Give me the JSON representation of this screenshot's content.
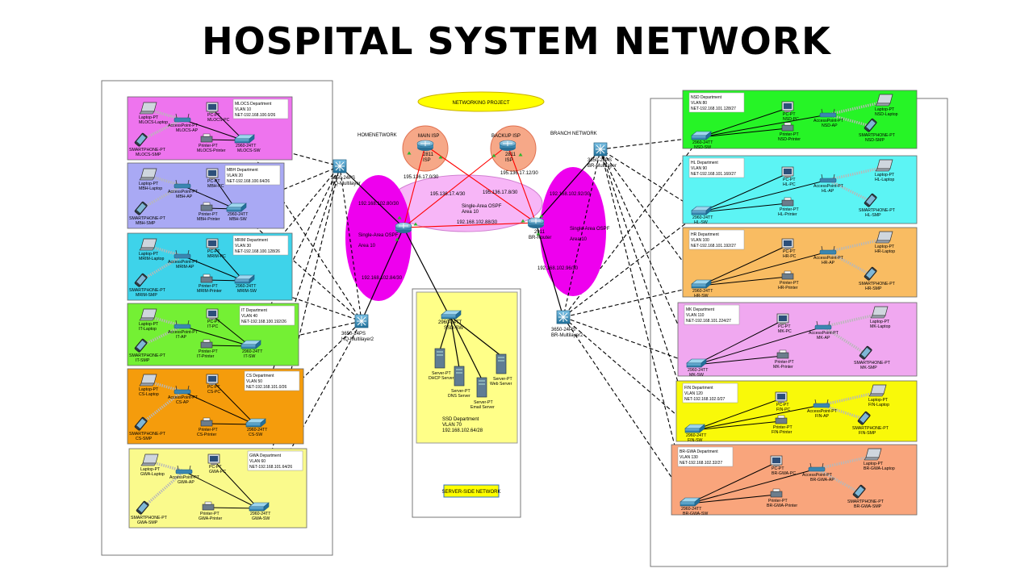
{
  "title": "HOSPITAL SYSTEM NETWORK",
  "networking_project": "NETWORKING PROJECT",
  "home_network": "HOMENETWORK",
  "branch_network": "BRANCH NETWORK",
  "server_side_network": "SERVER-SIDE NETWORK",
  "isp": {
    "main": {
      "label": "MAIN ISP",
      "device": "2811",
      "name": "ISP"
    },
    "backup": {
      "label": "BACKUP ISP",
      "device": "2811",
      "name": "ISP"
    }
  },
  "ospf": {
    "center": [
      "Single-Area OSPF",
      "Area 10"
    ],
    "left": [
      "Single-Area OSPF",
      "Area 10"
    ],
    "right": [
      "Single-Area OSPF",
      "Area 10"
    ]
  },
  "links": {
    "l1": "195.136.17.0/30",
    "l2": "195.136.17.4/30",
    "l3": "195.136.17.8/30",
    "l4": "195.136.17.12/30",
    "hq_up": "192.168.102.80/30",
    "hq_down": "192.168.102.84/30",
    "inter": "192.168.102.88/30",
    "br_up": "192.168.102.92/30",
    "br_down": "192.168.102.96/30"
  },
  "routers": {
    "hq": {
      "model": "",
      "name": ""
    },
    "br": {
      "model": "2911",
      "name": "BR-Router"
    }
  },
  "multilayer": {
    "hq1": {
      "model": "3650-24PS",
      "name": "HQ-Multilayer"
    },
    "hq2": {
      "model": "3650-24PS",
      "name": "HQ-Multilayer2"
    },
    "br1": {
      "model": "3650-24PS",
      "name": "BR-Multilayer"
    },
    "br2": {
      "model": "3650-24PS",
      "name": "BR-Multilayer2"
    }
  },
  "server": {
    "switch_model": "2960-24TT",
    "switch_name": "SSD-SW",
    "servers": [
      {
        "type": "Server-PT",
        "name": "DHCP Server"
      },
      {
        "type": "Server-PT",
        "name": "DNS Server"
      },
      {
        "type": "Server-PT",
        "name": "Email Server"
      },
      {
        "type": "Server-PT",
        "name": "Web Server"
      }
    ],
    "info": [
      "SSD Department",
      "VLAN 70",
      "192.168.102.64/28"
    ]
  },
  "left_departments": [
    {
      "color": "#ee74ee",
      "info": [
        "MLOCS Department",
        "VLAN 10",
        "NET-192.168.100.0/26"
      ],
      "switch_model": "2960-24TT",
      "switch": "MLOCS-SW",
      "pc": "MLOCS-PC",
      "ap": "MLOCS-AP",
      "printer": "MLOCS-Printer",
      "laptop": "MLOCS-Laptop",
      "phone": "MLOCS-SMP"
    },
    {
      "color": "#a9a9f4",
      "info": [
        "MBH Department",
        "VLAN 20",
        "NET-192.168.100.64/26"
      ],
      "switch_model": "2960-24TT",
      "switch": "MBH-SW",
      "pc": "MBH-PC",
      "ap": "MBH-AP",
      "printer": "MBH-Printer",
      "laptop": "MBH-Laptop",
      "phone": "MBH-SMP"
    },
    {
      "color": "#3ed3ea",
      "info": [
        "MRIM Department",
        "VLAN 30",
        "NET-192.168.100.128/26"
      ],
      "switch_model": "2960-24TT",
      "switch": "MRIM-SW",
      "pc": "MRIM-PC",
      "ap": "MRIM-AP",
      "printer": "MRIM-Printer",
      "laptop": "MRIM-Laptop",
      "phone": "MRIM-SMP"
    },
    {
      "color": "#74f034",
      "info": [
        "IT Department",
        "VLAN 40",
        "NET-192.168.100.192/26"
      ],
      "switch_model": "2960-24TT",
      "switch": "IT-SW",
      "pc": "IT-PC",
      "ap": "IT-AP",
      "printer": "IT-Printer",
      "laptop": "IT-Laptop",
      "phone": "IT-SMP"
    },
    {
      "color": "#f59c0c",
      "info": [
        "CS Department",
        "VLAN 50",
        "NET-192.168.101.0/26"
      ],
      "switch_model": "2960-24TT",
      "switch": "CS-SW",
      "pc": "CS-PC",
      "ap": "CS-AP",
      "printer": "CS-Printer",
      "laptop": "CS-Laptop",
      "phone": "CS-SMP"
    },
    {
      "color": "#fafa8c",
      "info": [
        "GWA Department",
        "VLAN 60",
        "NET-192.168.101.64/26"
      ],
      "switch_model": "2960-24TT",
      "switch": "GWA-SW",
      "pc": "GWA-PC",
      "ap": "GWA-AP",
      "printer": "GWA-Printer",
      "laptop": "GWA-Laptop",
      "phone": "GWA-SMP"
    }
  ],
  "right_departments": [
    {
      "color": "#26f426",
      "info": [
        "NSD Department",
        "VLAN 80",
        "NET-192.168.101.128/27"
      ],
      "switch_model": "2960-24TT",
      "switch": "NSD-SW",
      "pc": "NSD-PC",
      "ap": "NSD-AP",
      "printer": "NSD-Printer",
      "laptop": "NSD-Laptop",
      "phone": "NSD-SMP"
    },
    {
      "color": "#5cf4f4",
      "info": [
        "HL Department",
        "VLAN 90",
        "NET-192.168.101.160/27"
      ],
      "switch_model": "2960-24TT",
      "switch": "HL-SW",
      "pc": "HL-PC",
      "ap": "HL-AP",
      "printer": "HL-Printer",
      "laptop": "HL-Laptop",
      "phone": "HL-SMP"
    },
    {
      "color": "#f9bc62",
      "info": [
        "HR Department",
        "VLAN 100",
        "NET-192.168.101.192/27"
      ],
      "switch_model": "2960-24TT",
      "switch": "HR-SW",
      "pc": "HR-PC",
      "ap": "HR-AP",
      "printer": "HR-Printer",
      "laptop": "HR-Laptop",
      "phone": "HR-SMP"
    },
    {
      "color": "#f0a8f0",
      "info": [
        "MK Department",
        "VLAN 110",
        "NET-192.168.101.224/27"
      ],
      "switch_model": "2960-24TT",
      "switch": "MK-SW",
      "pc": "MK-PC",
      "ap": "MK-AP",
      "printer": "MK-Printer",
      "laptop": "MK-Laptop",
      "phone": "MK-SMP"
    },
    {
      "color": "#f9f909",
      "info": [
        "FIN Department",
        "VLAN 120",
        "NET-192.168.102.0/27"
      ],
      "switch_model": "2960-24TT",
      "switch": "FIN-SW",
      "pc": "FIN-PC",
      "ap": "FIN-AP",
      "printer": "FIN-Printer",
      "laptop": "FIN-Laptop",
      "phone": "FIN-SMP"
    },
    {
      "color": "#f9a57c",
      "info": [
        "BR-GWA Department",
        "VLAN 130",
        "NET-192.168.102.32/27"
      ],
      "switch_model": "2960-24TT",
      "switch": "BR-GWA-SW",
      "pc": "BR-GWA-PC",
      "ap": "BR-GWA-AP",
      "printer": "BR-GWA-Printer",
      "laptop": "BR-GWA-Laptop",
      "phone": "BR-GWA-SMP"
    }
  ],
  "device_types": {
    "pc": "PC-PT",
    "ap": "AccessPoint-PT",
    "printer": "Printer-PT",
    "laptop": "Laptop-PT",
    "phone": "SMARTPHONE-PT"
  },
  "colors": {
    "ospf": "#ee00ee",
    "center_ospf": "#f7b6f7",
    "isp": "#f6a888",
    "banner": "#ffff00",
    "serverbox": "#ffff88",
    "link_red": "#ff0000",
    "switch_blue": "#2a8ab8"
  }
}
